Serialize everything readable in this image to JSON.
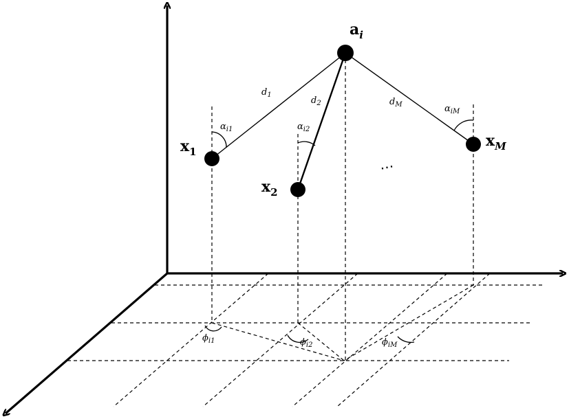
{
  "labels": {
    "anchor": {
      "main": "a",
      "sub": "i"
    },
    "x1": {
      "main": "x",
      "sub": "1"
    },
    "x2": {
      "main": "x",
      "sub": "2"
    },
    "xM": {
      "main": "x",
      "sub": "M"
    },
    "d1": {
      "main": "d",
      "sub": "1"
    },
    "d2": {
      "main": "d",
      "sub": "2"
    },
    "dM": {
      "main": "d",
      "sub": "M"
    },
    "alpha_i1": {
      "main": "α",
      "sub": "i1"
    },
    "alpha_i2": {
      "main": "α",
      "sub": "i2"
    },
    "alpha_iM": {
      "main": "α",
      "sub": "iM"
    },
    "phi_i1": {
      "main": "ϕ",
      "sub": "i1"
    },
    "phi_i2": {
      "main": "ϕ",
      "sub": "i2"
    },
    "phi_iM": {
      "main": "ϕ",
      "sub": "iM"
    },
    "ellipsis": "⋯"
  }
}
